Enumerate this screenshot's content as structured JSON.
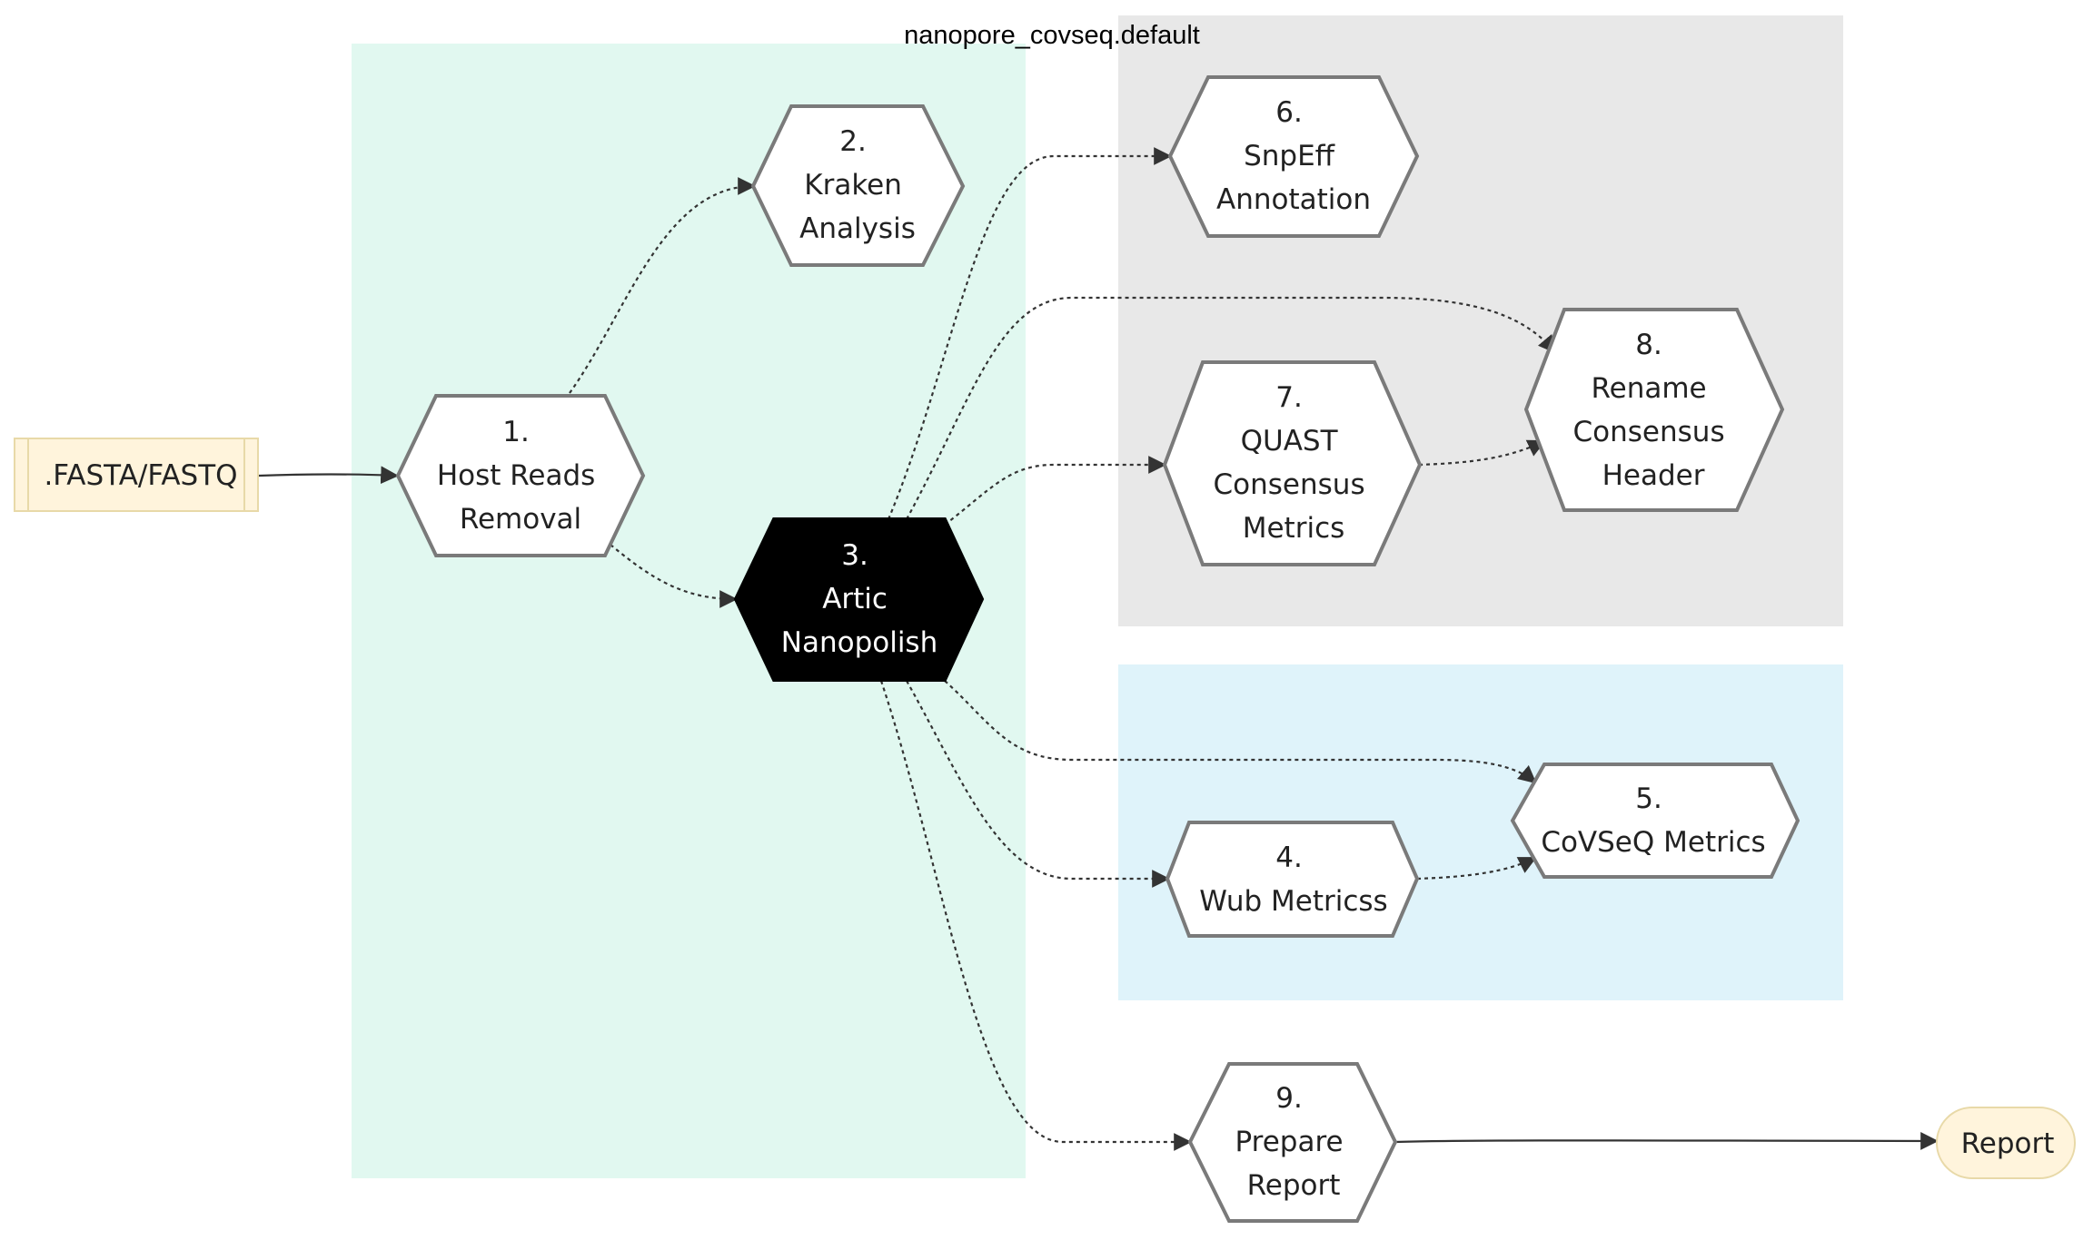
{
  "title": "nanopore_covseq.default",
  "colors": {
    "group_main": "#e1f8f0",
    "group_annotation": "#e8e8e8",
    "group_metrics": "#dff3fa",
    "io_fill": "#fff4dc",
    "step_highlight": "#000000"
  },
  "input_node": {
    "label": ".FASTA/FASTQ"
  },
  "output_node": {
    "label": "Report"
  },
  "steps": {
    "s1": {
      "lines": [
        "1.",
        "Host Reads",
        "Removal"
      ]
    },
    "s2": {
      "lines": [
        "2.",
        "Kraken",
        "Analysis"
      ]
    },
    "s3": {
      "lines": [
        "3.",
        "Artic",
        "Nanopolish"
      ]
    },
    "s4": {
      "lines": [
        "4.",
        "Wub Metricss"
      ]
    },
    "s5": {
      "lines": [
        "5.",
        "CoVSeQ Metrics"
      ]
    },
    "s6": {
      "lines": [
        "6.",
        "SnpEff",
        "Annotation"
      ]
    },
    "s7": {
      "lines": [
        "7.",
        "QUAST",
        "Consensus",
        "Metrics"
      ]
    },
    "s8": {
      "lines": [
        "8.",
        "Rename",
        "Consensus",
        "Header"
      ]
    },
    "s9": {
      "lines": [
        "9.",
        "Prepare",
        "Report"
      ]
    }
  }
}
